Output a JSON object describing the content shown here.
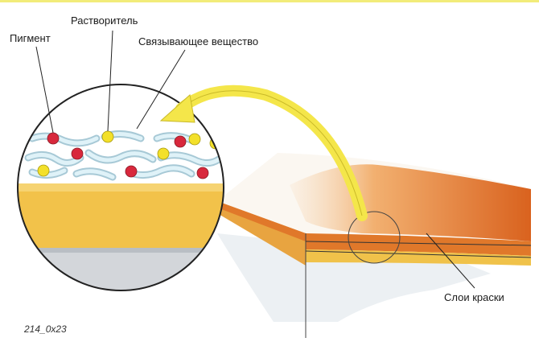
{
  "labels": {
    "pigment": "Пигмент",
    "solvent": "Растворитель",
    "binder": "Связывающее вещество",
    "paint_layers": "Слои краски"
  },
  "figure_code": "214_0x23",
  "colors": {
    "pigment": "#d8283c",
    "solvent": "#f3e02a",
    "binder": "#c9e9f3",
    "base_layer": "#f2c24a",
    "paint_orange": "#e5782a",
    "arrow": "#f4e64a"
  },
  "icons": [
    "pigment-dot",
    "solvent-dot",
    "binder-strand",
    "magnify-circle",
    "curved-arrow"
  ]
}
